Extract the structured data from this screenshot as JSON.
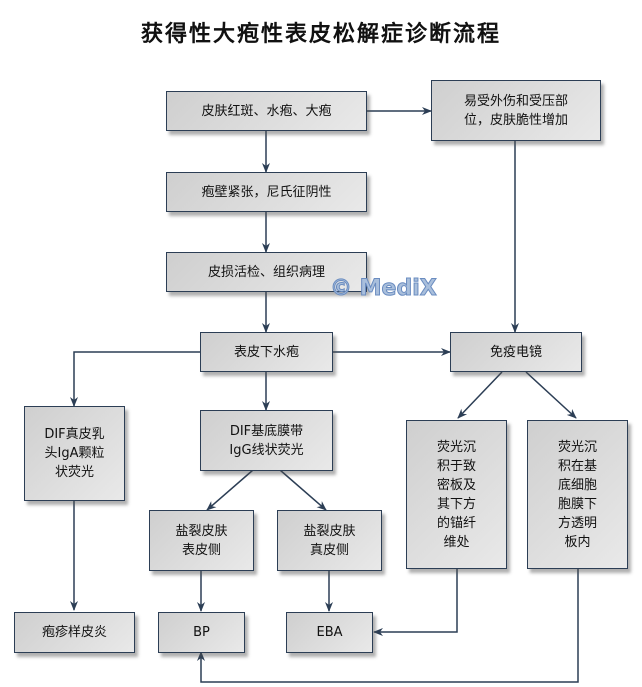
{
  "title": "获得性大疱性表皮松解症诊断流程",
  "watermark": "© MediX",
  "colors": {
    "border": "#2c3e55",
    "edge": "#2c3e55",
    "box_fill_start": "#cfcfcf",
    "box_fill_end": "#e9e9e9"
  },
  "nodes": {
    "erythema": "皮肤红斑、水疱、大疱",
    "trauma": "易受外伤和受压部\n位，皮肤脆性增加",
    "tense_bulla": "疱壁紧张，尼氏征阴性",
    "biopsy": "皮损活检、组织病理",
    "subepidermal": "表皮下水疱",
    "iem": "免疫电镜",
    "dif_iga": "DIF真皮乳\n头IgA颗粒\n状荧光",
    "dif_igg": "DIF基底膜带\nIgG线状荧光",
    "salt_epidermal": "盐裂皮肤\n表皮侧",
    "salt_dermal": "盐裂皮肤\n真皮侧",
    "fluor_lamina_densa": "荧光沉\n积于致\n密板及\n其下方\n的锚纤\n维处",
    "fluor_lamina_lucida": "荧光沉\n积在基\n底细胞\n胞膜下\n方透明\n板内",
    "dh": "疱疹样皮炎",
    "bp": "BP",
    "eba": "EBA"
  },
  "edges": [
    {
      "from": "erythema",
      "to": "trauma"
    },
    {
      "from": "erythema",
      "to": "tense_bulla"
    },
    {
      "from": "tense_bulla",
      "to": "biopsy"
    },
    {
      "from": "biopsy",
      "to": "subepidermal"
    },
    {
      "from": "trauma",
      "to": "iem"
    },
    {
      "from": "subepidermal",
      "to": "iem"
    },
    {
      "from": "subepidermal",
      "to": "dif_iga"
    },
    {
      "from": "subepidermal",
      "to": "dif_igg"
    },
    {
      "from": "dif_iga",
      "to": "dh"
    },
    {
      "from": "dif_igg",
      "to": "salt_epidermal"
    },
    {
      "from": "dif_igg",
      "to": "salt_dermal"
    },
    {
      "from": "salt_epidermal",
      "to": "bp"
    },
    {
      "from": "salt_dermal",
      "to": "eba"
    },
    {
      "from": "iem",
      "to": "fluor_lamina_densa"
    },
    {
      "from": "iem",
      "to": "fluor_lamina_lucida"
    },
    {
      "from": "fluor_lamina_densa",
      "to": "eba"
    },
    {
      "from": "fluor_lamina_lucida",
      "to": "bp"
    }
  ]
}
